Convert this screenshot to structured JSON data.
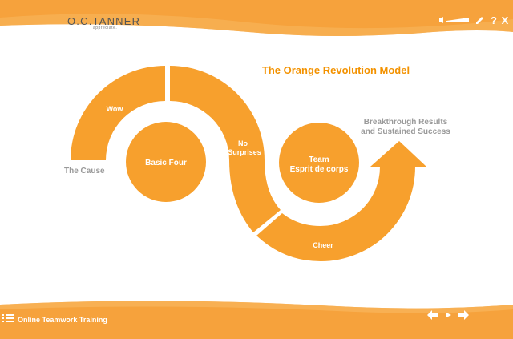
{
  "header": {
    "logo_text": "O.C.TANNER",
    "logo_subtext": "appreciate.",
    "volume_icon": "speaker-icon",
    "edit_icon": "pencil-icon",
    "help_label": "?",
    "close_label": "X"
  },
  "diagram": {
    "title": "The Orange Revolution Model",
    "cause_label": "The Cause",
    "result_label_line1": "Breakthrough Results",
    "result_label_line2": "and Sustained Success",
    "arc_wow": "Wow",
    "arc_no_surprises_line1": "No",
    "arc_no_surprises_line2": "Surprises",
    "arc_cheer": "Cheer",
    "circle_basic_four": "Basic Four",
    "circle_team_line1": "Team",
    "circle_team_line2": "Esprit de corps"
  },
  "footer": {
    "course_title": "Online Teamwork Training",
    "menu_icon": "list-icon",
    "back_icon": "back-arrow-icon",
    "play_icon": "play-icon",
    "next_icon": "forward-arrow-icon"
  },
  "colors": {
    "orange": "#F7A02D",
    "header_orange": "#F6A23C",
    "title_orange": "#F39200",
    "gray_text": "#9A9A9A"
  }
}
